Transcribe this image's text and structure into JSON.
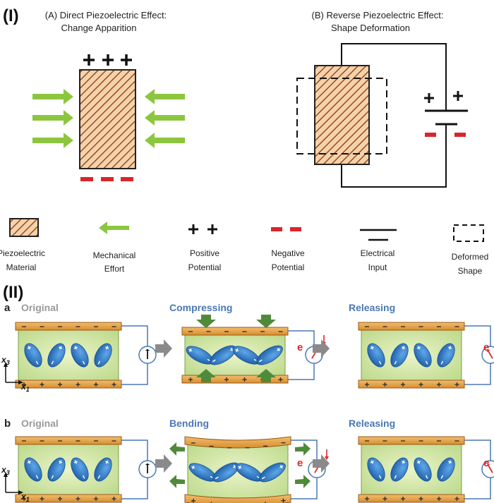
{
  "part1": {
    "label": "(I)",
    "panel_a": {
      "title_line1": "(A) Direct Piezoelectric Effect:",
      "title_line2": "Change Apparition"
    },
    "panel_b": {
      "title_line1": "(B) Reverse Piezoelectric Effect:",
      "title_line2": "Shape Deformation"
    },
    "legend": [
      {
        "line1": "Piezoelectric",
        "line2": "Material"
      },
      {
        "line1": "Mechanical",
        "line2": "Effort"
      },
      {
        "line1": "Positive",
        "line2": "Potential"
      },
      {
        "line1": "Negative",
        "line2": "Potential"
      },
      {
        "line1": "Electrical",
        "line2": "Input"
      },
      {
        "line1": "Deformed",
        "line2": "Shape"
      }
    ]
  },
  "part2": {
    "label": "(II)",
    "row_a": {
      "letter": "a",
      "stage1": "Original",
      "stage2": "Compressing",
      "stage3": "Releasing"
    },
    "row_b": {
      "letter": "b",
      "stage1": "Original",
      "stage2": "Bending",
      "stage3": "Releasing"
    },
    "electron_symbol": "e",
    "axis_x": "x",
    "axis_x_sub": "1",
    "axis_y": "x",
    "axis_y_sub": "3"
  },
  "colors": {
    "arrow_green": "#8cc63f",
    "negative_red": "#d9262c",
    "stage_label_blue": "#4a78b5",
    "stage_label_gray": "#9a9a9a",
    "electrode_orange": "#e3a24a",
    "material_green": "#d6e8a6",
    "dipole_blue": "#2f7fcf",
    "meter_arrow_red": "#d9262c",
    "process_arrow_gray": "#8a8a8a",
    "force_arrow_green": "#4f8a3a"
  }
}
